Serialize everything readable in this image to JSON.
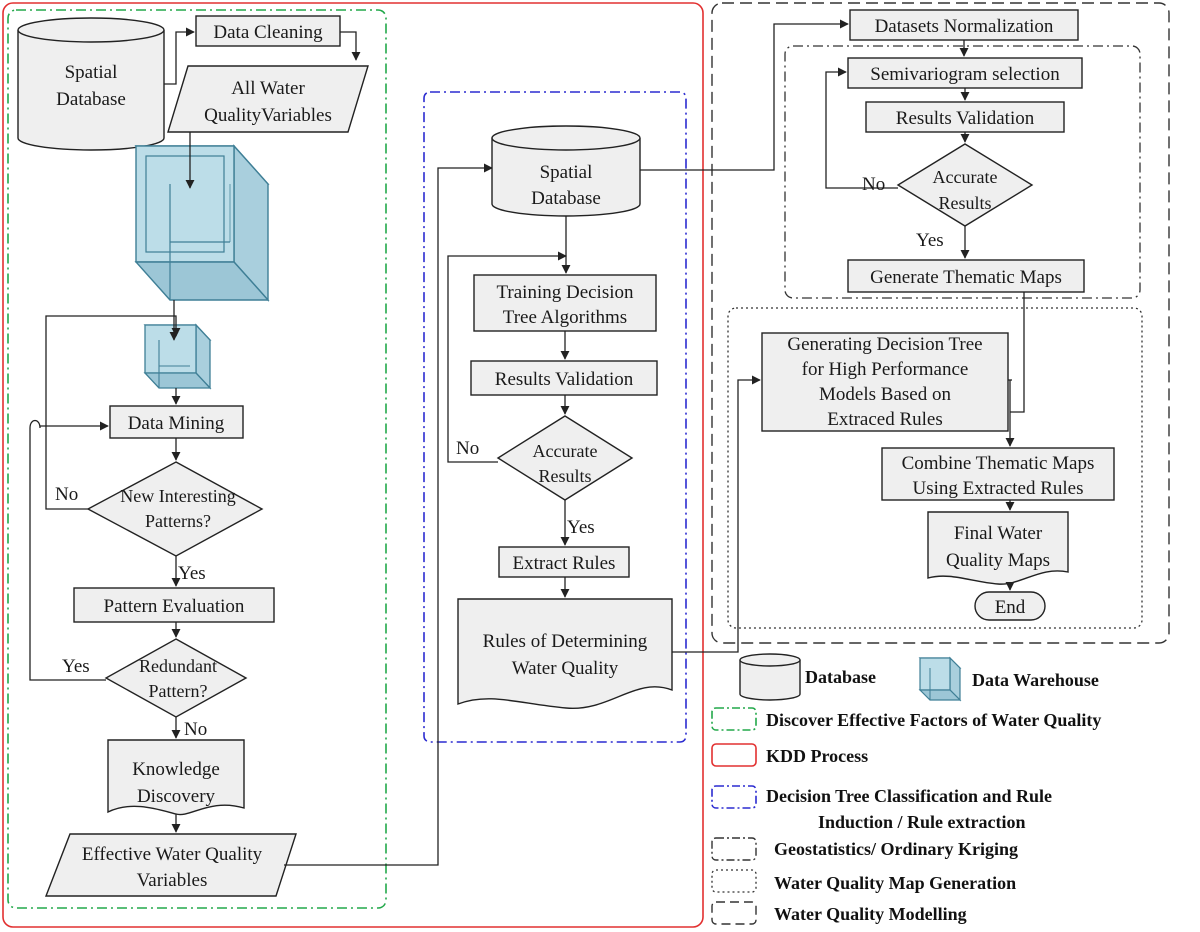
{
  "nodes": {
    "spatial_db_1": [
      "Spatial",
      "Database"
    ],
    "data_cleaning": "Data Cleaning",
    "all_water_quality": [
      "All Water",
      "QualityVariables"
    ],
    "data_mining": "Data Mining",
    "new_interesting": [
      "New Interesting",
      "Patterns?"
    ],
    "pattern_evaluation": "Pattern Evaluation",
    "redundant_pattern": [
      "Redundant",
      "Pattern?"
    ],
    "knowledge_discovery": [
      "Knowledge",
      "Discovery"
    ],
    "effective_wq": [
      "Effective Water Quality",
      "Variables"
    ],
    "spatial_db_2": [
      "Spatial",
      "Database"
    ],
    "training_dt": [
      "Training Decision",
      "Tree Algorithms"
    ],
    "results_validation_2": "Results Validation",
    "accurate_results_2": [
      "Accurate",
      "Results"
    ],
    "extract_rules": "Extract Rules",
    "rules_determining": [
      "Rules of Determining",
      "Water Quality"
    ],
    "datasets_normalization": "Datasets Normalization",
    "semivariogram": "Semivariogram selection",
    "results_validation_3": "Results Validation",
    "accurate_results_3": [
      "Accurate",
      "Results"
    ],
    "generate_thematic": "Generate Thematic Maps",
    "generating_dt": [
      "Generating Decision Tree",
      "for High Performance",
      "Models Based on",
      "Extraced Rules"
    ],
    "combine_thematic": [
      "Combine Thematic Maps",
      "Using Extracted Rules"
    ],
    "final_wq_maps": [
      "Final  Water",
      "Quality Maps"
    ],
    "end": "End"
  },
  "edge_labels": {
    "no_1": "No",
    "yes_1": "Yes",
    "yes_2": "Yes",
    "no_2": "No",
    "no_3": "No",
    "yes_3": "Yes",
    "no_4": "No",
    "yes_4": "Yes"
  },
  "legend": {
    "database": "Database",
    "data_warehouse": "Data Warehouse",
    "discover": "Discover Effective Factors of Water Quality",
    "kdd": "KDD Process",
    "decision_tree": [
      "Decision Tree Classification and Rule",
      "Induction / Rule extraction"
    ],
    "geostatistics": "Geostatistics/ Ordinary Kriging",
    "map_generation": "Water Quality Map Generation",
    "modelling": "Water Quality Modelling"
  },
  "colors": {
    "green": "#22a84a",
    "red": "#e23030",
    "blue": "#2b2bd0",
    "dark": "#333333",
    "warehouse_fill": "#bcdde8",
    "warehouse_stroke": "#3f7f96"
  }
}
